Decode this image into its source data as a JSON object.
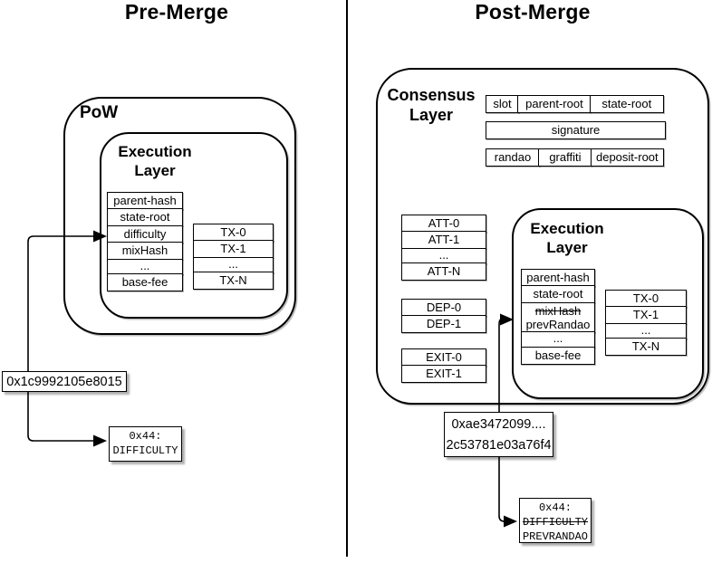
{
  "colors": {
    "ink": "#000000",
    "background": "#ffffff"
  },
  "left_panel": {
    "title": "Pre-Merge",
    "pow_label": "PoW",
    "execution_layer_label": "Execution Layer",
    "block_fields": {
      "parent_hash": "parent-hash",
      "state_root": "state-root",
      "difficulty": "difficulty",
      "mixhash": "mixHash",
      "dots": "...",
      "base_fee": "base-fee"
    },
    "tx_list": [
      "TX-0",
      "TX-1",
      "...",
      "TX-N"
    ],
    "difficulty_value": "0x1c9992105e8015",
    "storage_slot": {
      "slot": "0x44:",
      "name": "DIFFICULTY"
    }
  },
  "right_panel": {
    "title": "Post-Merge",
    "consensus_layer_label": "Consensus Layer",
    "beacon_block": {
      "slot": "slot",
      "parent_root": "parent-root",
      "state_root": "state-root",
      "signature": "signature",
      "randao": "randao",
      "graffiti": "graffiti",
      "deposit_root": "deposit-root"
    },
    "attestations": [
      "ATT-0",
      "ATT-1",
      "...",
      "ATT-N"
    ],
    "deposits": [
      "DEP-0",
      "DEP-1"
    ],
    "exits": [
      "EXIT-0",
      "EXIT-1"
    ],
    "execution_layer_label": "Execution Layer",
    "block_fields": {
      "parent_hash": "parent-hash",
      "state_root": "state-root",
      "mixhash_struck": "mixHash",
      "prevrandao": "prevRandao",
      "dots": "...",
      "base_fee": "base-fee"
    },
    "tx_list": [
      "TX-0",
      "TX-1",
      "...",
      "TX-N"
    ],
    "randao_value_line1": "0xae3472099....",
    "randao_value_line2": "2c53781e03a76f4",
    "storage_slot": {
      "slot": "0x44:",
      "old_name": "DIFFICULTY",
      "new_name": "PREVRANDAO"
    }
  }
}
